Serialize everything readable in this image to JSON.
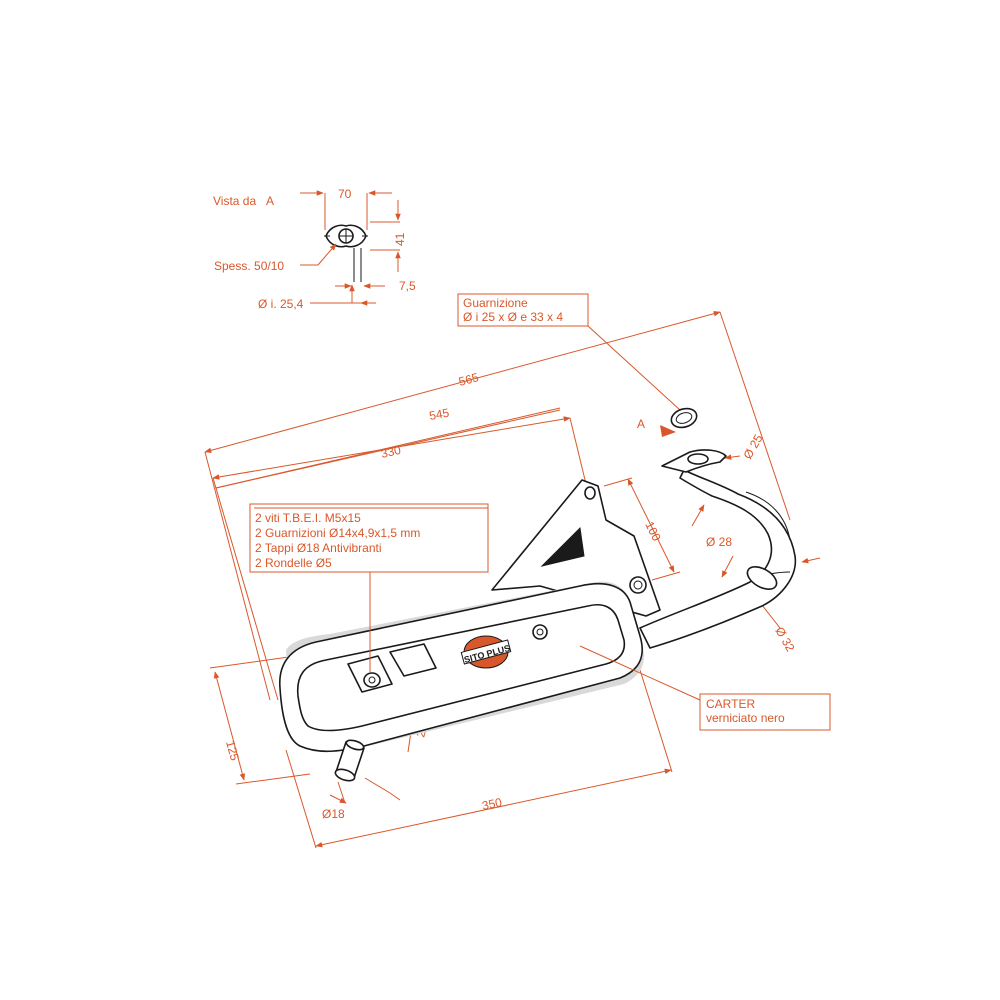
{
  "view": {
    "title": "Vista da",
    "letter": "A",
    "width": "70",
    "height": "41",
    "offset": "7,5",
    "thickness": "Spess. 50/10",
    "inner_diameter": "Ø i. 25,4"
  },
  "gasket": {
    "line1": "Guarnizione",
    "line2": "Ø i 25 x Ø e 33 x 4"
  },
  "arrow_letter": "A",
  "dimensions": {
    "overall_565": "565",
    "overall_545": "545",
    "len_330": "330",
    "bracket_100": "100",
    "pipe_25": "Ø 25",
    "pipe_28": "Ø 28",
    "pipe_32": "Ø 32",
    "height_125": "125",
    "tail_25": "25",
    "tail_18": "Ø18",
    "width_350": "350"
  },
  "kit": {
    "line1": "2 viti T.B.E.I. M5x15",
    "line2": "2 Guarnizioni Ø14x4,9x1,5 mm",
    "line3": "2 Tappi Ø18 Antivibranti",
    "line4": "2 Rondelle Ø5"
  },
  "carter": {
    "line1": "CARTER",
    "line2": "verniciato nero"
  },
  "logo": "SITO PLUS",
  "colors": {
    "dimension": "#d9582b",
    "outline": "#1a1a1a"
  }
}
